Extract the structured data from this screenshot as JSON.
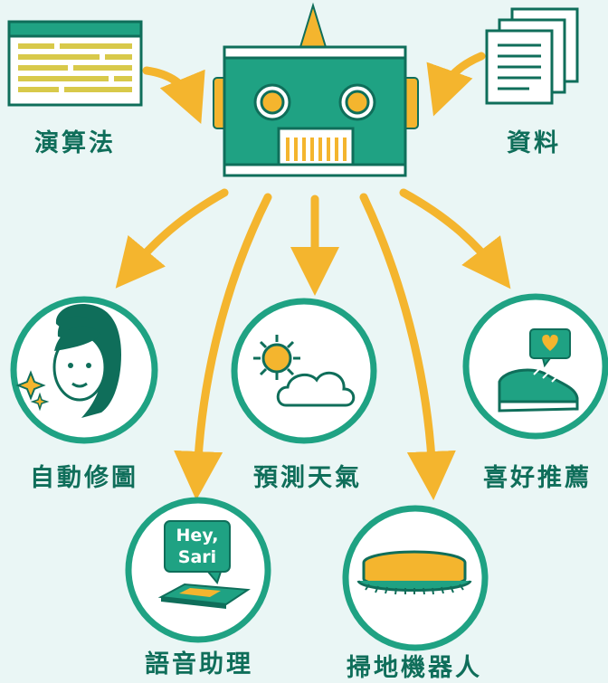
{
  "inputs": {
    "algorithm_label": "演算法",
    "data_label": "資料"
  },
  "applications": [
    {
      "id": "photo-retouch",
      "label": "自動修圖"
    },
    {
      "id": "weather-forecast",
      "label": "預測天氣"
    },
    {
      "id": "preference-recommendation",
      "label": "喜好推薦"
    },
    {
      "id": "voice-assistant",
      "label": "語音助理"
    },
    {
      "id": "robot-vacuum",
      "label": "掃地機器人"
    }
  ],
  "voice_bubble": {
    "line1": "Hey,",
    "line2": "Sari"
  },
  "colors": {
    "background": "#eaf6f5",
    "primary_green": "#1fa283",
    "dark_green": "#0f6e5a",
    "accent_yellow": "#f4b52e",
    "circle_fill": "#ffffff"
  }
}
